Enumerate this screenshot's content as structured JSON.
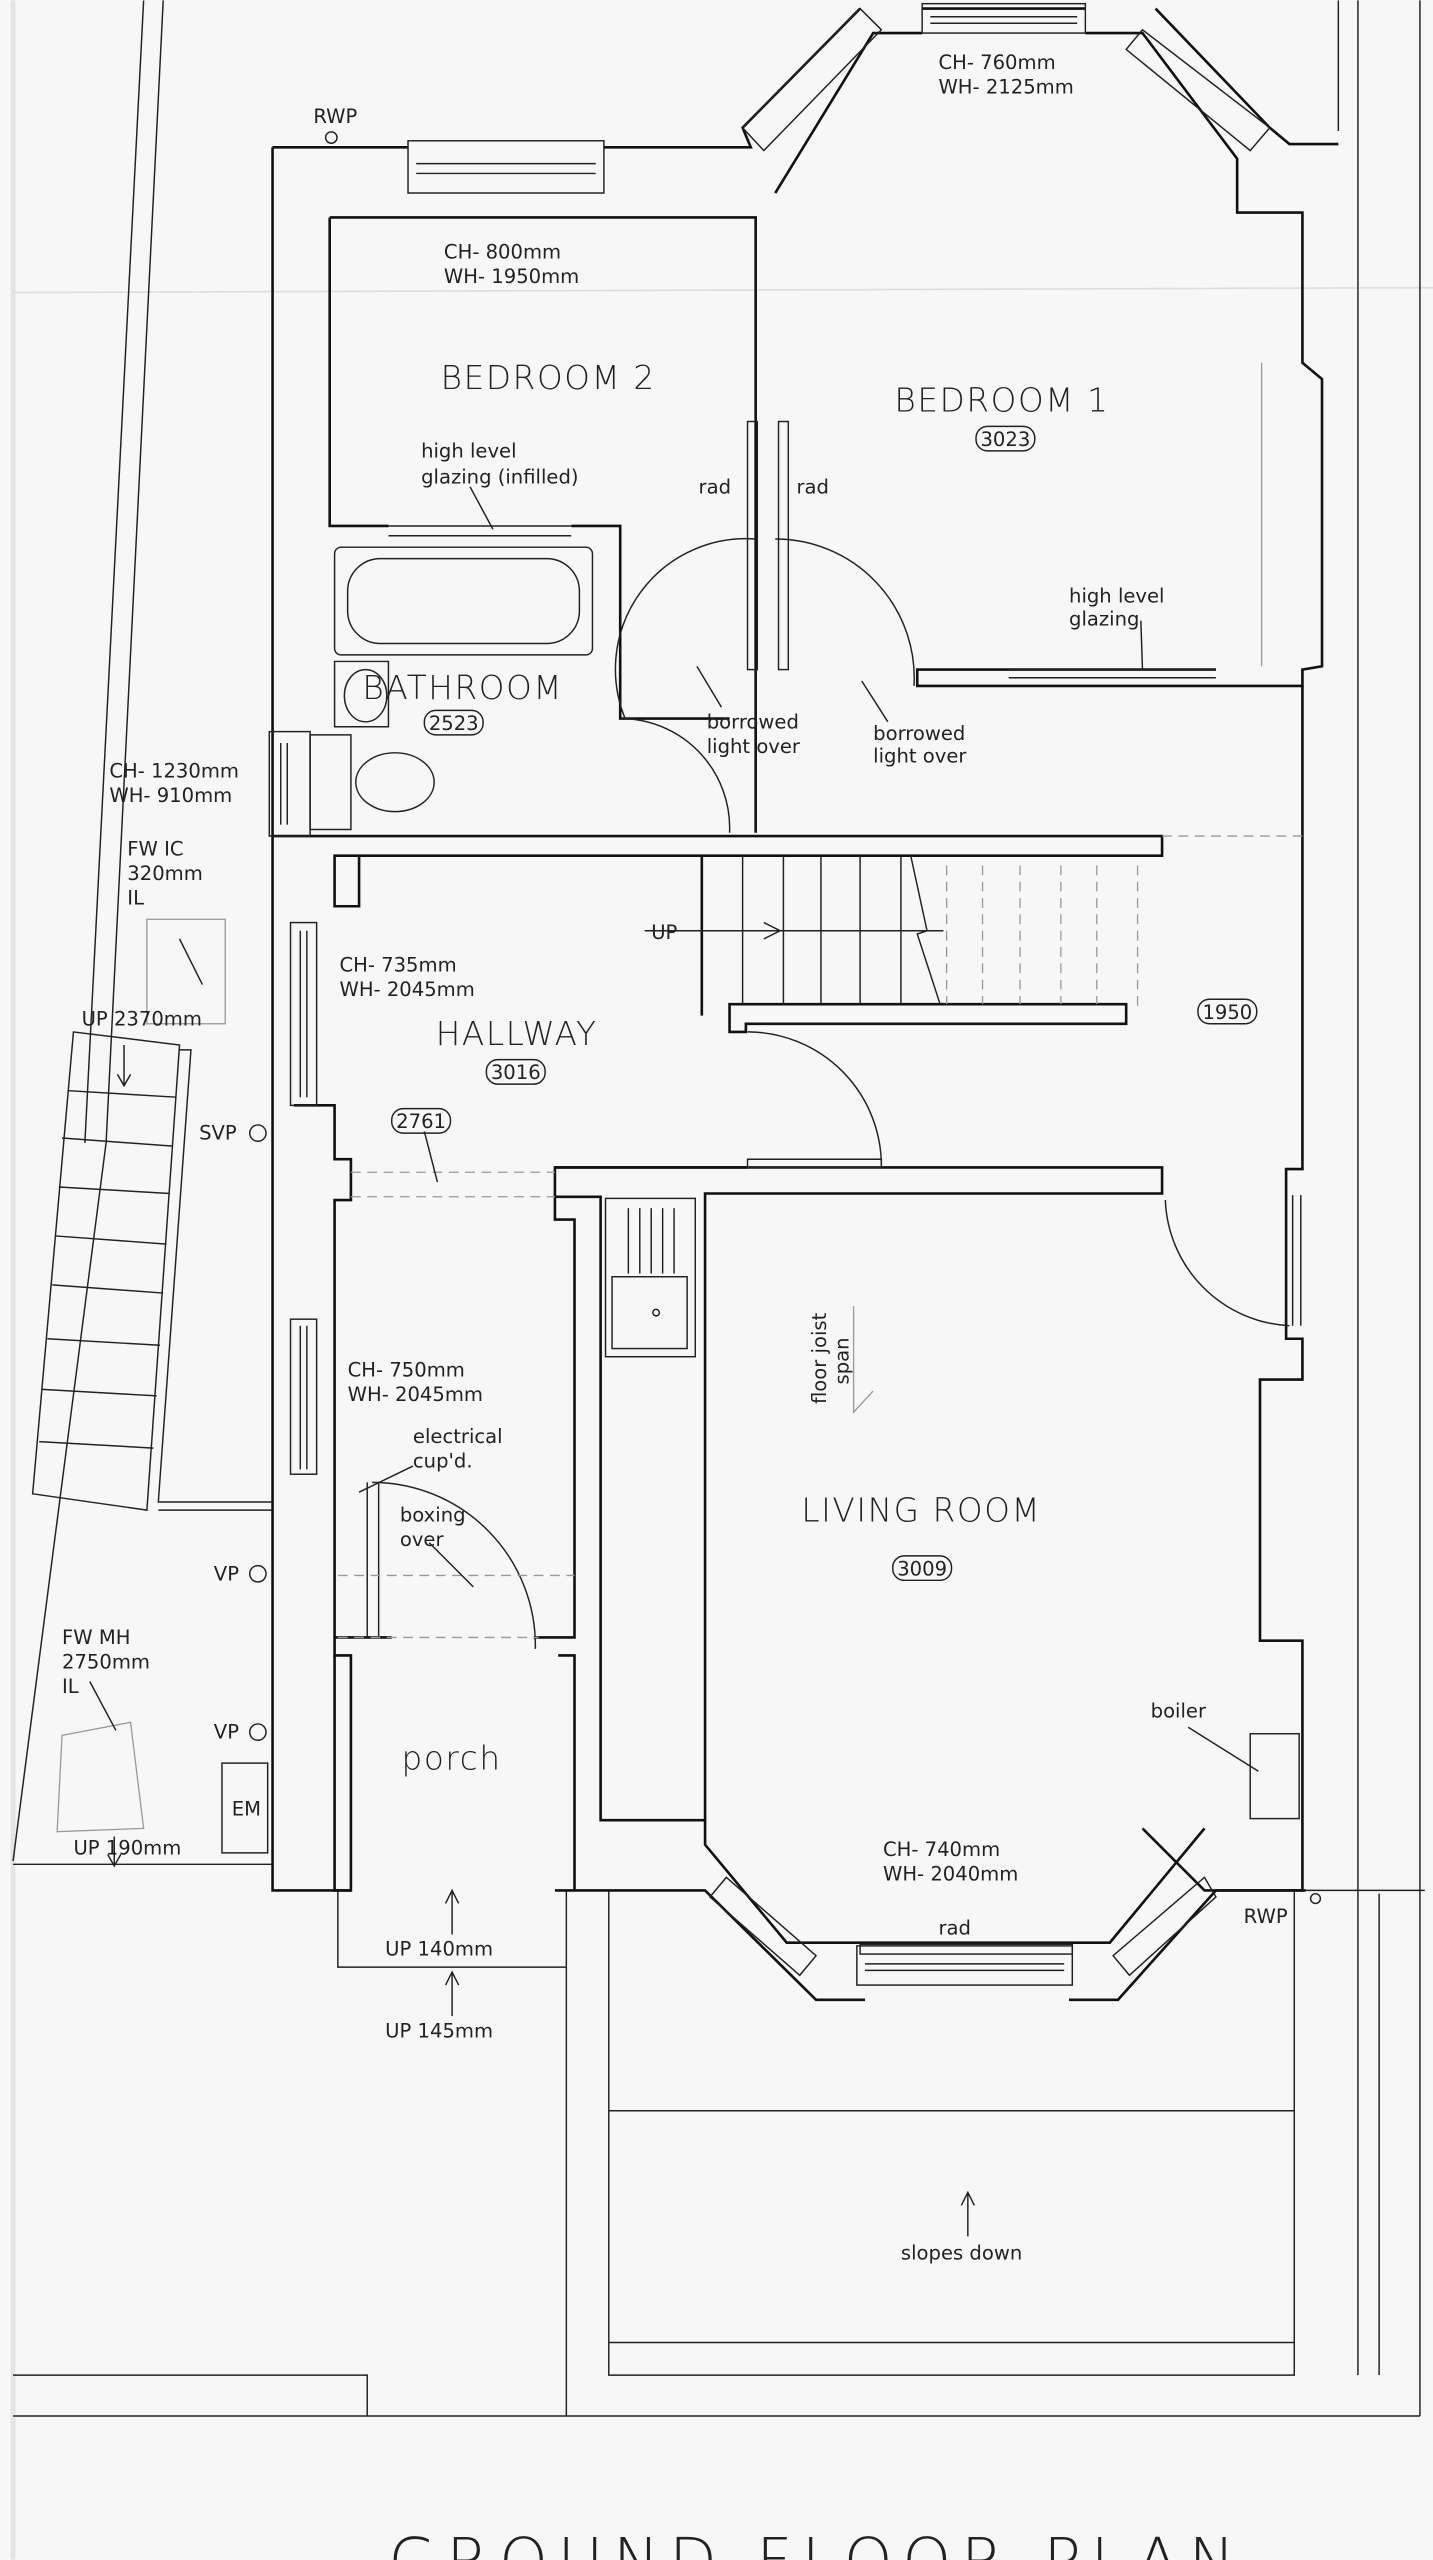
{
  "title": "GROUND FLOOR PLAN",
  "rooms": {
    "bedroom2": {
      "name": "BEDROOM 2",
      "ch": "CH- 800mm",
      "wh": "WH- 1950mm"
    },
    "bedroom1": {
      "name": "BEDROOM 1",
      "ref": "3023",
      "ch": "CH- 760mm",
      "wh": "WH- 2125mm"
    },
    "bathroom": {
      "name": "BATHROOM",
      "ref": "2523"
    },
    "hallway": {
      "name": "HALLWAY",
      "ref": "3016",
      "ch": "CH- 735mm",
      "wh": "WH- 2045mm"
    },
    "living": {
      "name": "LIVING ROOM",
      "ref": "3009",
      "ch": "CH- 740mm",
      "wh": "WH- 2040mm"
    },
    "porch": {
      "name": "porch"
    }
  },
  "labels": {
    "rwp_top": "RWP",
    "rwp_bottom": "RWP",
    "hlg_infilled_1": "high level",
    "hlg_infilled_2": "glazing (infilled)",
    "rad_left": "rad",
    "rad_right": "rad",
    "rad_bay": "rad",
    "hlg_1": "high level",
    "hlg_2": "glazing",
    "borrowed_a1": "borrowed",
    "borrowed_a2": "light over",
    "borrowed_b1": "borrowed",
    "borrowed_b2": "light over",
    "wc_ch": "CH- 1230mm",
    "wc_wh": "WH- 910mm",
    "fwic_1": "FW IC",
    "fwic_2": "320mm",
    "fwic_3": "IL",
    "stair_up": "UP",
    "ref_1950": "1950",
    "up_2370": "UP 2370mm",
    "ref_2761": "2761",
    "svp": "SVP",
    "joist_1": "floor joist",
    "joist_2": "span",
    "lower_ch": "CH- 750mm",
    "lower_wh": "WH- 2045mm",
    "elec_1": "electrical",
    "elec_2": "cup'd.",
    "boxing_1": "boxing",
    "boxing_2": "over",
    "vp_1": "VP",
    "vp_2": "VP",
    "fwmh_1": "FW MH",
    "fwmh_2": "2750mm",
    "fwmh_3": "IL",
    "boiler": "boiler",
    "em": "EM",
    "up_190": "UP 190mm",
    "up_140": "UP 140mm",
    "up_145": "UP 145mm",
    "slopes": "slopes down"
  }
}
